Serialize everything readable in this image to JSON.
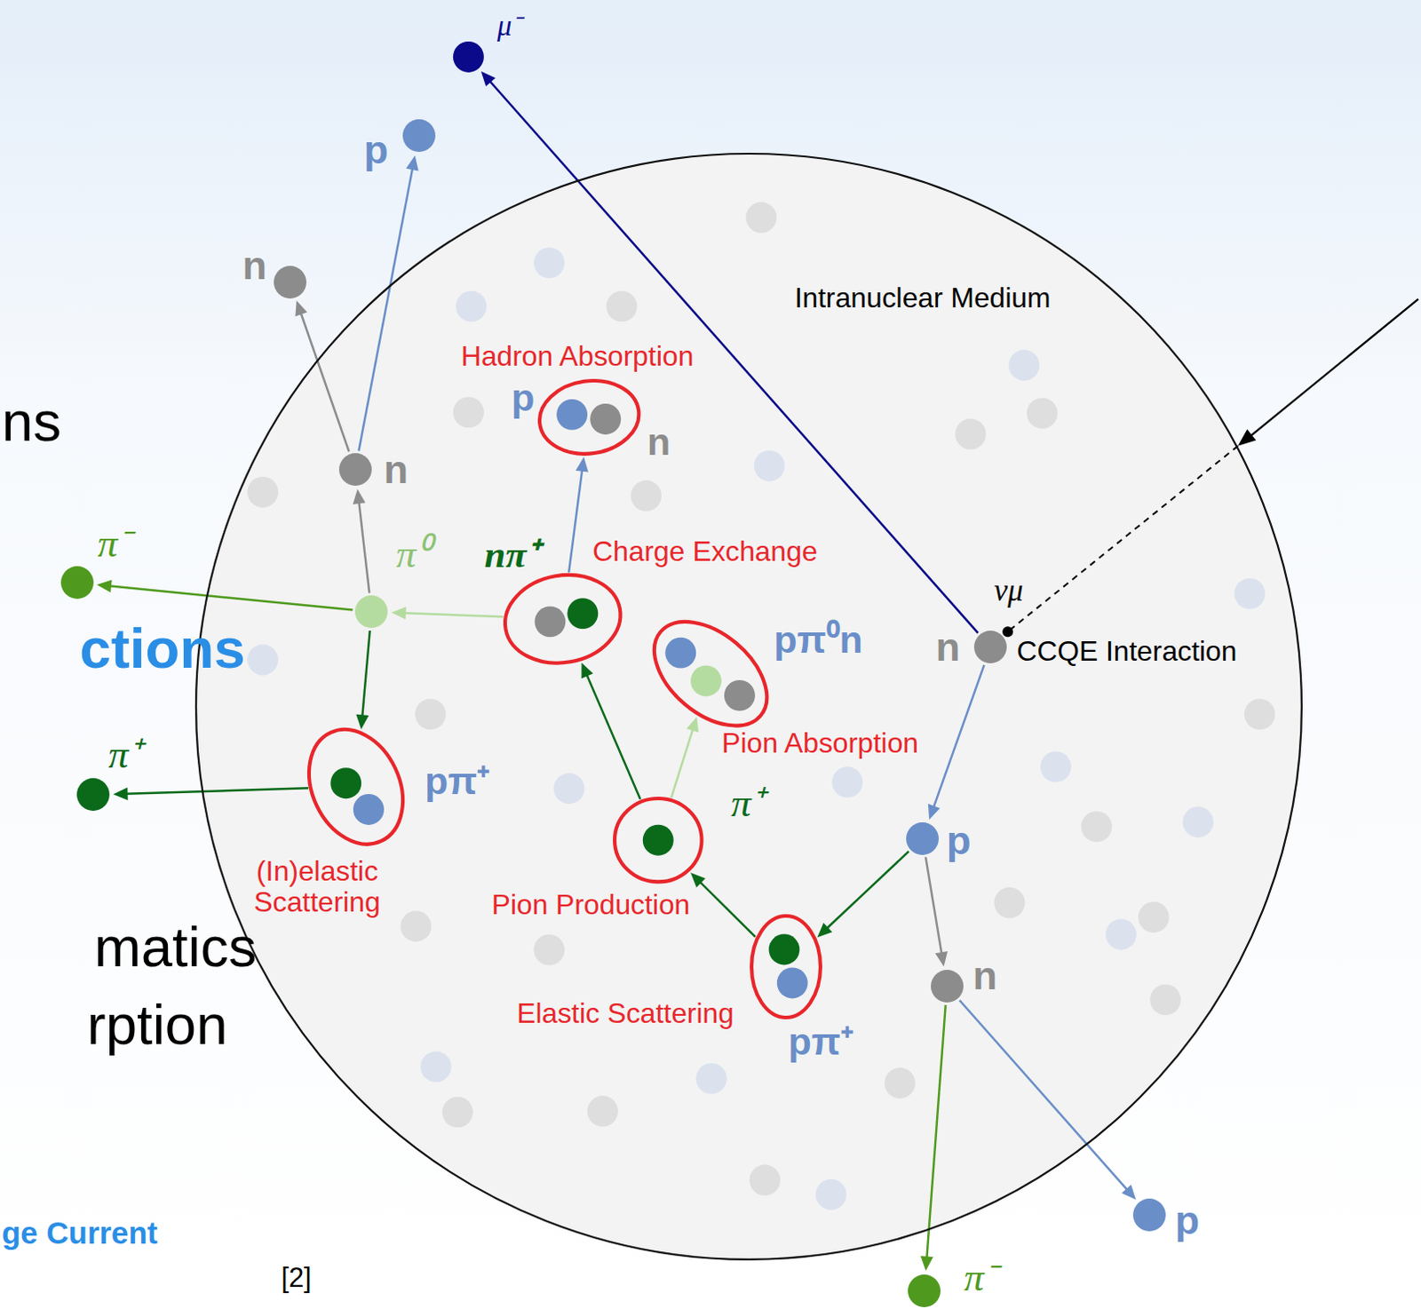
{
  "diagram": {
    "nodes": [
      {
        "text": [
          "Intranuclear Medium"
        ]
      },
      {
        "text": [
          "μ⁻"
        ]
      },
      {
        "text": [
          "p"
        ]
      },
      {
        "text": [
          "n"
        ]
      },
      {
        "text": [
          "Hadron Absorption",
          "p",
          "n"
        ],
        "in": 0
      },
      {
        "text": [
          "n"
        ],
        "in": 0
      },
      {
        "text": [
          "nπ⁺",
          "Charge Exchange"
        ],
        "in": 0
      },
      {
        "text": [
          "π⁰"
        ],
        "in": 0
      },
      {
        "text": [
          "π⁻"
        ]
      },
      {
        "text": [
          "pπ⁰n",
          "Pion Absorption"
        ],
        "in": 0
      },
      {
        "text": [
          "n",
          "CCQE Interaction"
        ],
        "in": 0
      },
      {
        "text": [
          "pπ⁺",
          "(In)elastic Scattering"
        ],
        "in": 0
      },
      {
        "text": [
          "π⁺"
        ]
      },
      {
        "text": [
          "Pion Production",
          "π⁺"
        ],
        "in": 0
      },
      {
        "text": [
          "p"
        ],
        "in": 0
      },
      {
        "text": [
          "Elastic Scattering",
          "pπ⁺"
        ],
        "in": 0
      },
      {
        "text": [
          "n"
        ],
        "in": 0
      },
      {
        "text": [
          "p"
        ]
      },
      {
        "text": [
          "π⁻"
        ]
      }
    ],
    "edges": [
      {
        "from": 10,
        "to": 1,
        "arrow": "to"
      },
      {
        "from": 10,
        "to": 14,
        "arrow": "to"
      },
      {
        "from": 14,
        "to": 15,
        "arrow": "to"
      },
      {
        "from": 14,
        "to": 16,
        "arrow": "to"
      },
      {
        "from": 16,
        "to": 17,
        "arrow": "to"
      },
      {
        "from": 16,
        "to": 18,
        "arrow": "to"
      },
      {
        "from": 15,
        "to": 13,
        "arrow": "to"
      },
      {
        "from": 13,
        "to": 9,
        "arrow": "to"
      },
      {
        "from": 13,
        "to": 6,
        "arrow": "to"
      },
      {
        "from": 6,
        "to": 4,
        "arrow": "to"
      },
      {
        "from": 6,
        "to": 7,
        "arrow": "to"
      },
      {
        "from": 7,
        "to": 8,
        "arrow": "to"
      },
      {
        "from": 7,
        "to": 11,
        "arrow": "to"
      },
      {
        "from": 11,
        "to": 12,
        "arrow": "to"
      },
      {
        "from": 7,
        "to": 5,
        "arrow": "to"
      },
      {
        "from": 5,
        "to": 3,
        "arrow": "to"
      },
      {
        "from": 5,
        "to": 2,
        "arrow": "to"
      }
    ],
    "labels": [
      "νμ",
      "ns",
      "ctions",
      "matics",
      "rption",
      "ge Current",
      "[2]"
    ]
  }
}
